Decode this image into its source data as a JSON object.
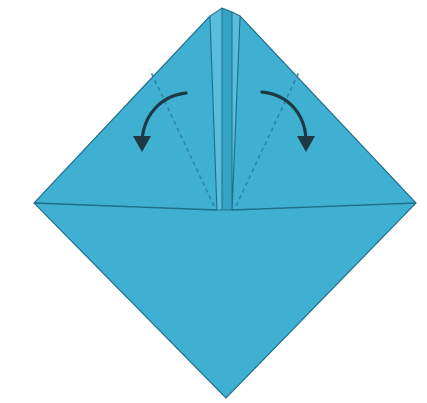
{
  "diagram": {
    "kind": "origami-fold-step",
    "arrows": [
      {
        "icon": "curved-fold-arrow-left-icon",
        "direction": "counterclockwise"
      },
      {
        "icon": "curved-fold-arrow-right-icon",
        "direction": "clockwise"
      }
    ],
    "colors": {
      "paper": "#3fb0d2",
      "paper_shade": "#35a3c4",
      "paper_light": "#59bedc",
      "edge": "#1f6f8a",
      "crease": "#2d86a2",
      "arrow": "#1d3a44",
      "background": "#ffffff"
    }
  }
}
